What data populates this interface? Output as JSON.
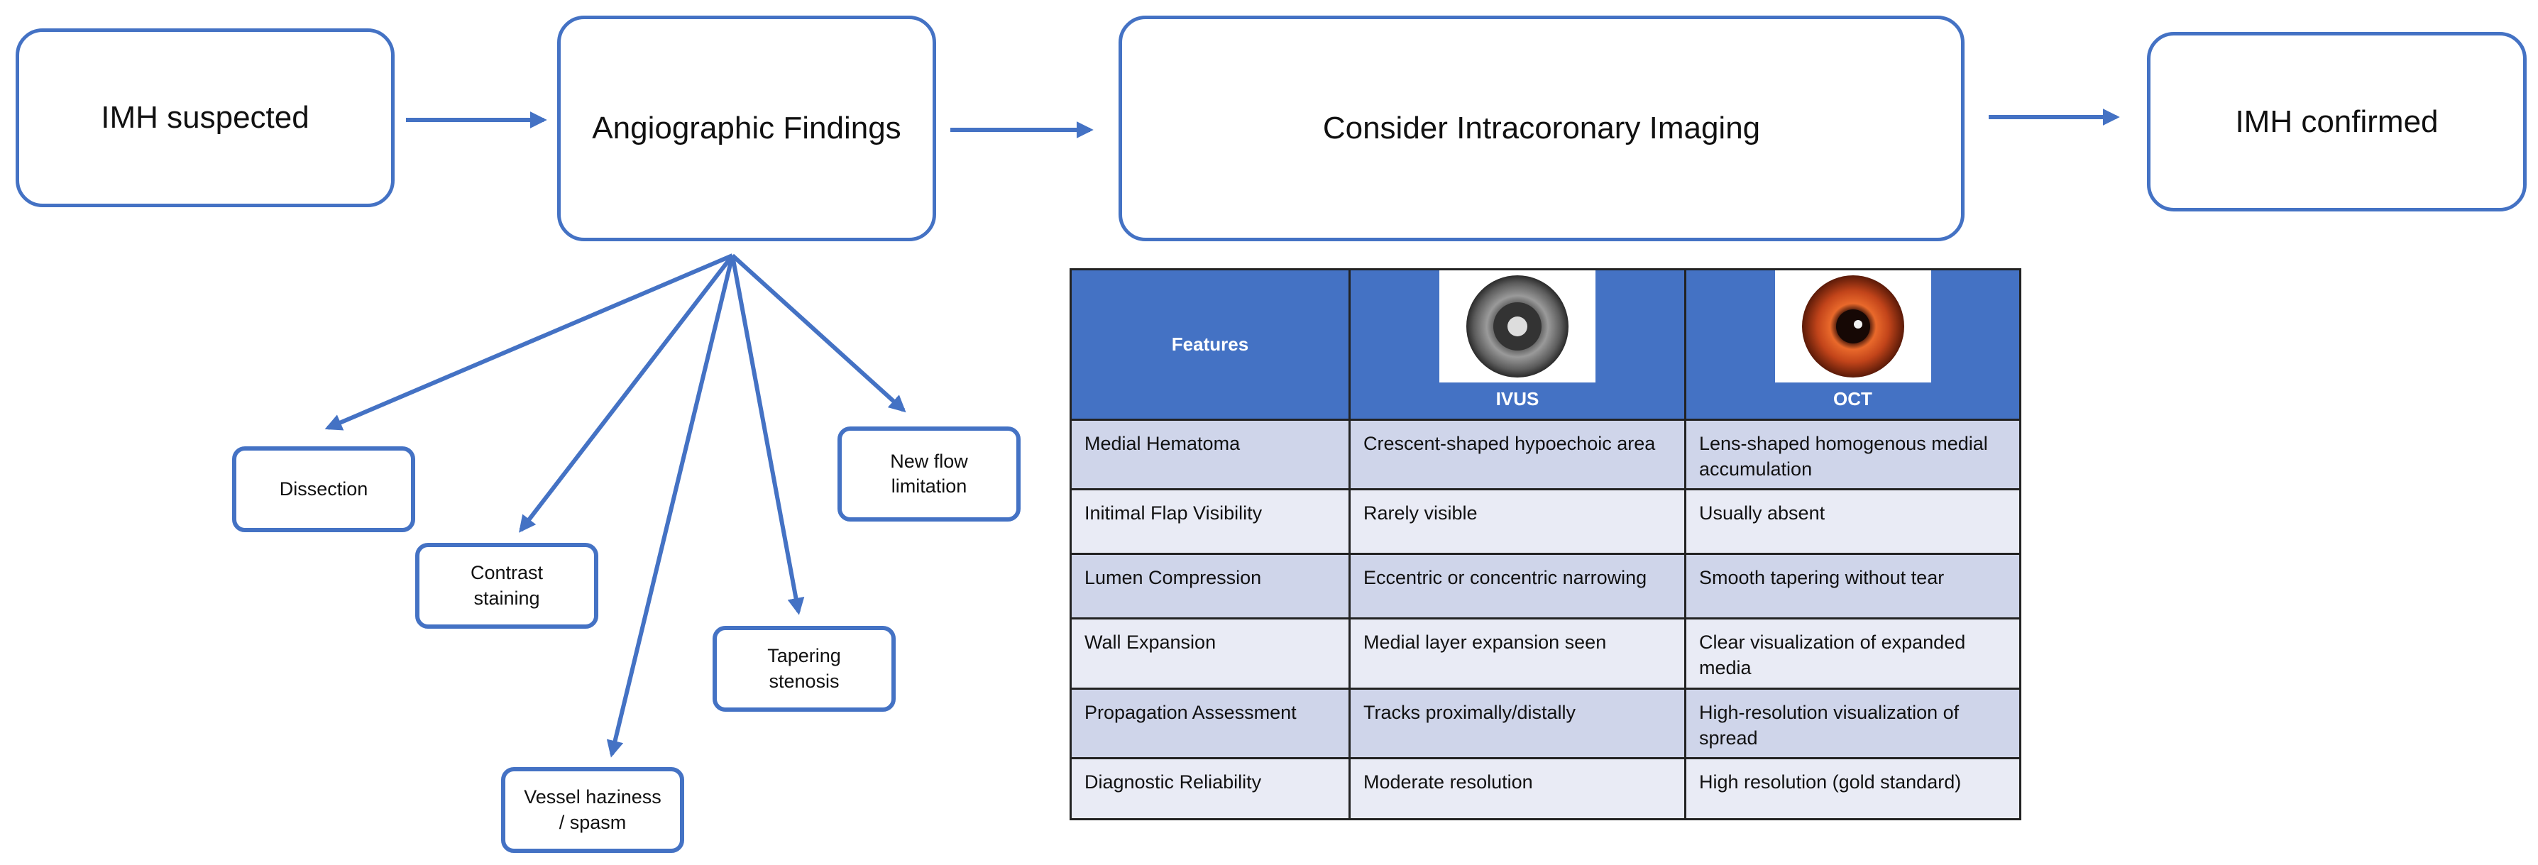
{
  "flow": {
    "suspected": "IMH suspected",
    "angio": "Angiographic Findings",
    "imaging": "Consider Intracoronary Imaging",
    "confirmed": "IMH confirmed"
  },
  "findings": {
    "dissection": "Dissection",
    "new_flow_1": "New flow",
    "new_flow_2": "limitation",
    "contrast_1": "Contrast",
    "contrast_2": "staining",
    "tapering_1": "Tapering",
    "tapering_2": "stenosis",
    "haziness_1": "Vessel haziness",
    "haziness_2": "/ spasm"
  },
  "table": {
    "header": {
      "features": "Features",
      "ivus": "IVUS",
      "oct": "OCT"
    },
    "rows": [
      {
        "feature": "Medial Hematoma",
        "ivus": "Crescent-shaped hypoechoic area",
        "oct": "Lens-shaped homogenous medial accumulation"
      },
      {
        "feature": "Initimal Flap Visibility",
        "ivus": "Rarely visible",
        "oct": "Usually absent"
      },
      {
        "feature": "Lumen Compression",
        "ivus": "Eccentric or concentric narrowing",
        "oct": "Smooth tapering without tear"
      },
      {
        "feature": "Wall Expansion",
        "ivus": "Medial layer expansion seen",
        "oct": "Clear visualization of expanded media"
      },
      {
        "feature": "Propagation Assessment",
        "ivus": "Tracks proximally/distally",
        "oct": "High-resolution visualization of spread"
      },
      {
        "feature": "Diagnostic Reliability",
        "ivus": "Moderate resolution",
        "oct": "High resolution (gold standard)"
      }
    ]
  },
  "colors": {
    "accent": "#4472C4",
    "row_dark": "#CFD5EA",
    "row_light": "#E9EBF5"
  }
}
